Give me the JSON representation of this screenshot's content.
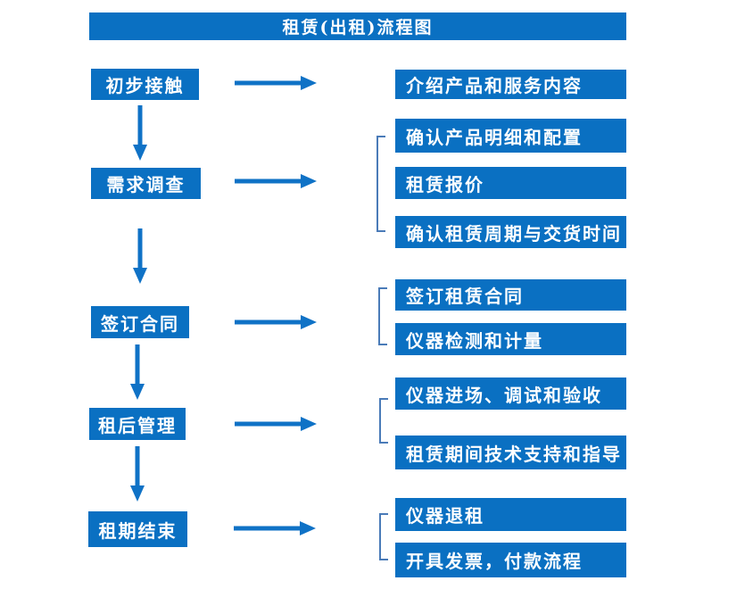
{
  "title": "租赁(出租)流程图",
  "colors": {
    "box_blue": "#0a70c2",
    "arrow_blue": "#0f72c6",
    "bracket_blue": "#4a7bb8",
    "text_white": "#ffffff"
  },
  "steps": [
    {
      "label": "初步接触",
      "details": [
        "介绍产品和服务内容"
      ]
    },
    {
      "label": "需求调查",
      "details": [
        "确认产品明细和配置",
        "租赁报价",
        "确认租赁周期与交货时间"
      ]
    },
    {
      "label": "签订合同",
      "details": [
        "签订租赁合同",
        "仪器检测和计量"
      ]
    },
    {
      "label": "租后管理",
      "details": [
        "仪器进场、调试和验收",
        "租赁期间技术支持和指导"
      ]
    },
    {
      "label": "租期结束",
      "details": [
        "仪器退租",
        "开具发票，付款流程"
      ]
    }
  ]
}
